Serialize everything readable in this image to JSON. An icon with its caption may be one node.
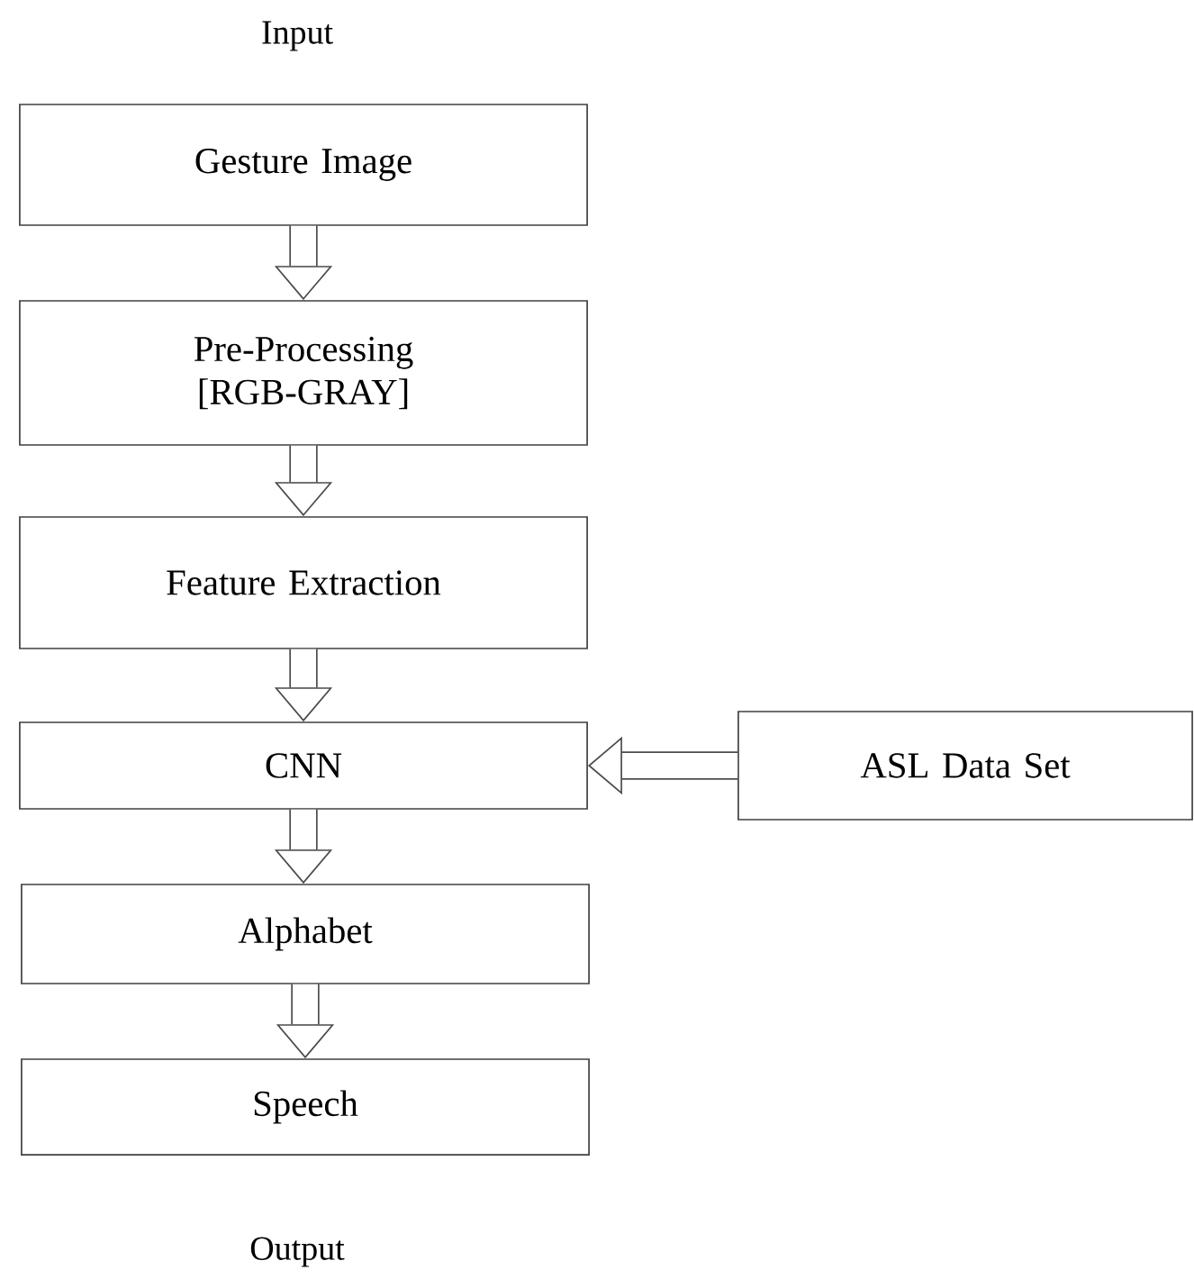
{
  "diagram": {
    "nodes": [
      {
        "text": [
          "Gesture Image"
        ]
      },
      {
        "text": [
          "Pre-Processing [RGB-GRAY]"
        ]
      },
      {
        "text": [
          "Feature Extraction"
        ]
      },
      {
        "text": [
          "CNN"
        ]
      },
      {
        "text": [
          "ASL Data Set"
        ]
      },
      {
        "text": [
          "Alphabet"
        ]
      },
      {
        "text": [
          "Speech"
        ]
      }
    ],
    "edges": [
      {
        "from": 0,
        "to": 1,
        "arrow": "to"
      },
      {
        "from": 1,
        "to": 2,
        "arrow": "to"
      },
      {
        "from": 2,
        "to": 3,
        "arrow": "to"
      },
      {
        "from": 4,
        "to": 3,
        "arrow": "to"
      },
      {
        "from": 3,
        "to": 5,
        "arrow": "to"
      },
      {
        "from": 5,
        "to": 6,
        "arrow": "to"
      }
    ],
    "labels": [
      "Input",
      "Output"
    ]
  }
}
